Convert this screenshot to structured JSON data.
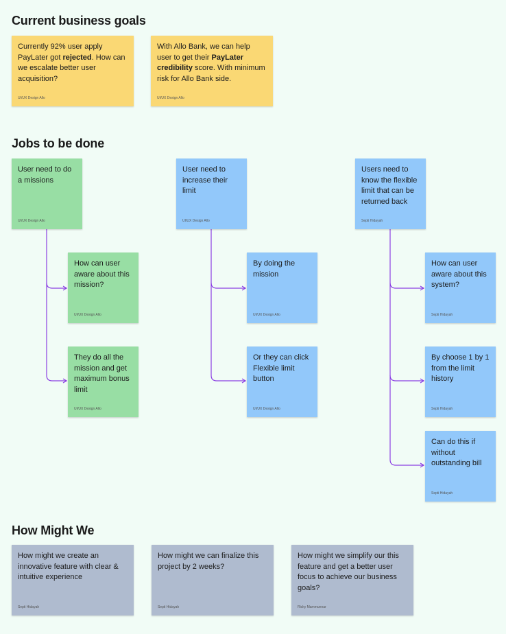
{
  "colors": {
    "background": "#f1fcf6",
    "yellow_note": "#fad874",
    "green_note": "#98dea4",
    "blue_note": "#92c8fa",
    "gray_note": "#afbbcf",
    "connector": "#8b3fe3"
  },
  "sections": {
    "goals_title": "Current business goals",
    "jobs_title": "Jobs to be done",
    "hmw_title": "How Might We"
  },
  "goals": [
    {
      "text_before": "Currently 92% user apply PayLater got ",
      "bold": "rejected",
      "text_after": ". How can we escalate better user acquisition?",
      "author": "UI/UX Design Allo"
    },
    {
      "text_before": "With Allo Bank, we can help user to get their ",
      "bold": "PayLater credibility",
      "text_after": " score. With minimum risk for Allo Bank side.",
      "author": "UI/UX Design Allo"
    }
  ],
  "jobs": [
    {
      "root": {
        "text": "User need to do a missions",
        "author": "UI/UX Design Allo"
      },
      "children": [
        {
          "text": "How can user aware about this mission?",
          "author": "UI/UX Design Allo"
        },
        {
          "text": "They do all the mission and get maximum bonus limit",
          "author": "UI/UX Design Allo"
        }
      ]
    },
    {
      "root": {
        "text": "User need to increase their limit",
        "author": "UI/UX Design Allo"
      },
      "children": [
        {
          "text": "By doing the mission",
          "author": "UI/UX Design Allo"
        },
        {
          "text": "Or they can click Flexible limit button",
          "author": "UI/UX Design Allo"
        }
      ]
    },
    {
      "root": {
        "text": "Users need to know the flexible limit that can be returned back",
        "author": "Septi Hidayah"
      },
      "children": [
        {
          "text": "How can user aware about this system?",
          "author": "Septi Hidayah"
        },
        {
          "text": "By choose 1 by 1 from the limit history",
          "author": "Septi Hidayah"
        },
        {
          "text": "Can do this if without outstanding bill",
          "author": "Septi Hidayah"
        }
      ]
    }
  ],
  "hmw": [
    {
      "text": "How might we create an innovative feature with clear & intuitive experience",
      "author": "Septi Hidayah"
    },
    {
      "text": "How might we can finalize this project by 2 weeks?",
      "author": "Septi Hidayah"
    },
    {
      "text": "How might we simplify our this feature and get a better user focus to achieve our business goals?",
      "author": "Ricky Mammunnar"
    }
  ]
}
